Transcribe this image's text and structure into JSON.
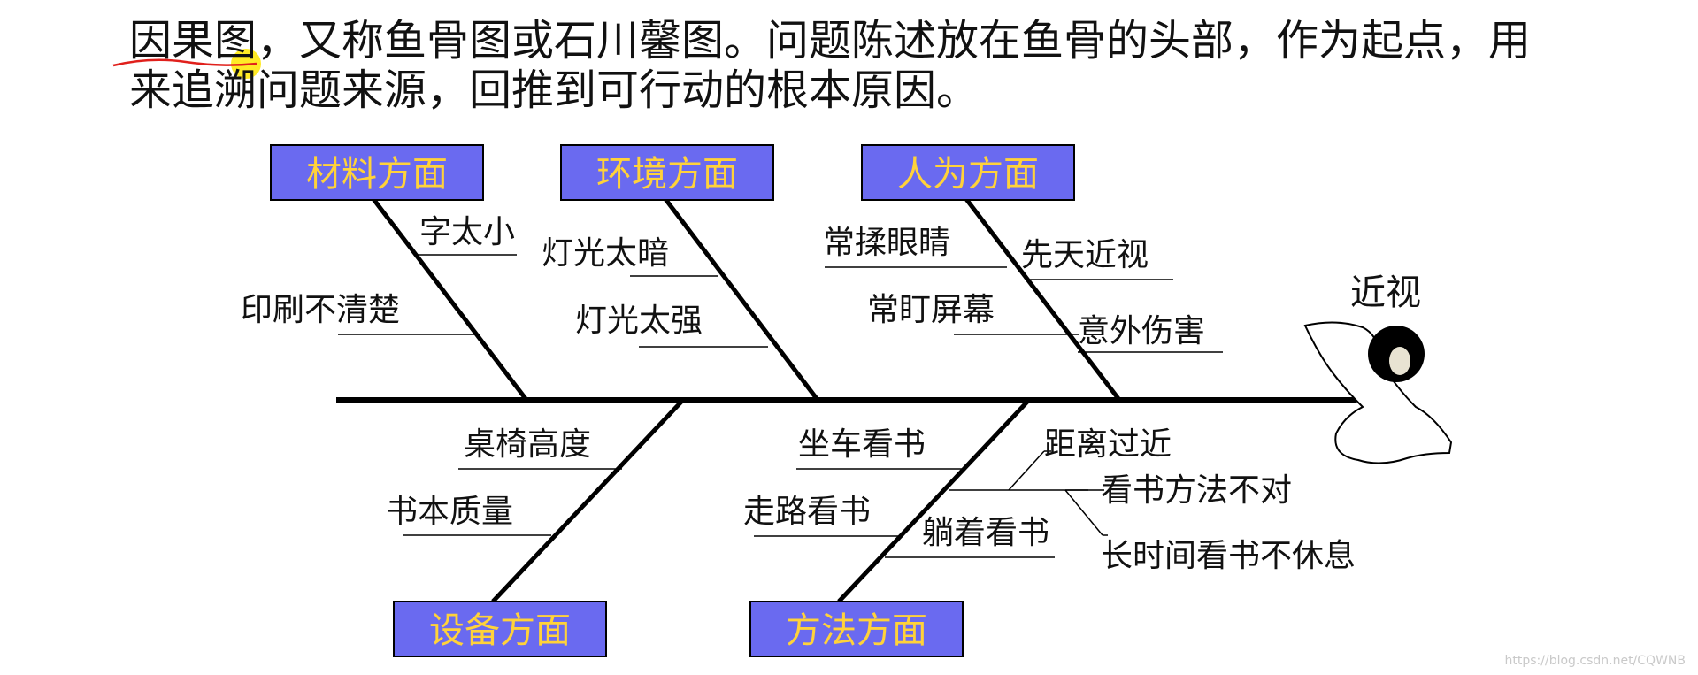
{
  "intro": {
    "line1_head": "因果图",
    "line1_rest": "，又称鱼骨图或石川馨图。问题陈述放在鱼骨的头部，作为起点，用",
    "line2": "来追溯问题来源，回推到可行动的根本原因。"
  },
  "diagram": {
    "problem": "近视",
    "top_categories": [
      {
        "label": "材料方面",
        "causes": [
          "字太小",
          "印刷不清楚"
        ]
      },
      {
        "label": "环境方面",
        "causes": [
          "灯光太暗",
          "灯光太强"
        ]
      },
      {
        "label": "人为方面",
        "causes": [
          "常揉眼睛",
          "先天近视",
          "常盯屏幕",
          "意外伤害"
        ]
      }
    ],
    "bottom_categories": [
      {
        "label": "设备方面",
        "causes": [
          "桌椅高度",
          "书本质量"
        ]
      },
      {
        "label": "方法方面",
        "causes": [
          "坐车看书",
          "走路看书",
          "躺着看书",
          "距离过近",
          "看书方法不对",
          "长时间看书不休息"
        ]
      }
    ],
    "colors": {
      "box_fill": "#6a6af0",
      "box_text": "#ffd23a",
      "line": "#000000",
      "annotation": "#e0201c",
      "highlight": "#ffe600"
    }
  },
  "watermark": "https://blog.csdn.net/CQWNB"
}
